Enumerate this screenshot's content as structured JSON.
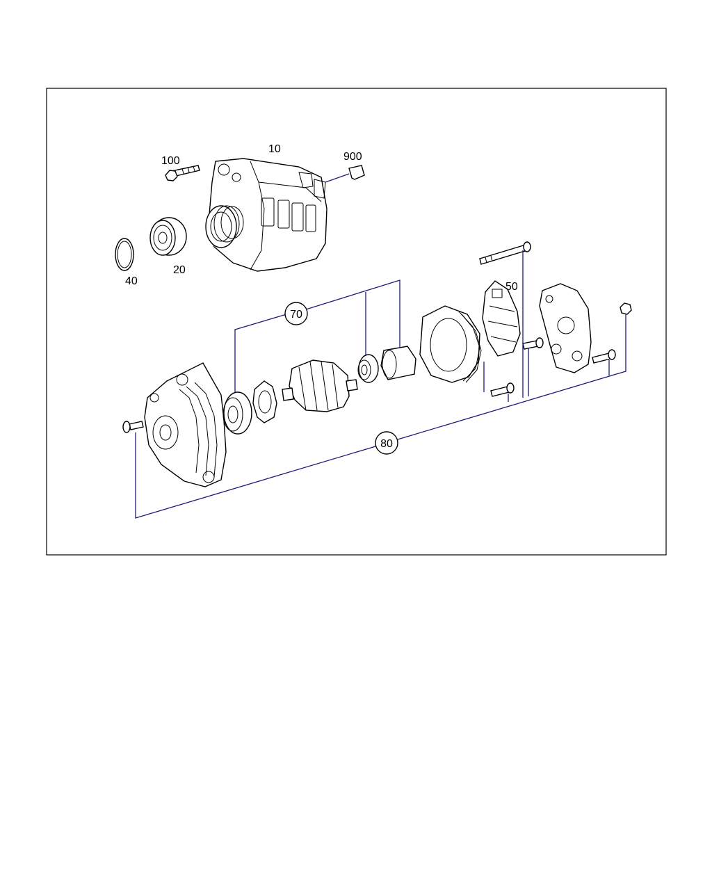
{
  "callouts": {
    "c10": "10",
    "c20": "20",
    "c40": "40",
    "c50": "50",
    "c70": "70",
    "c80": "80",
    "c100": "100",
    "c900": "900"
  },
  "colors": {
    "frame": "#000000",
    "leader_lines": "#1a1a7a",
    "background": "#ffffff"
  }
}
